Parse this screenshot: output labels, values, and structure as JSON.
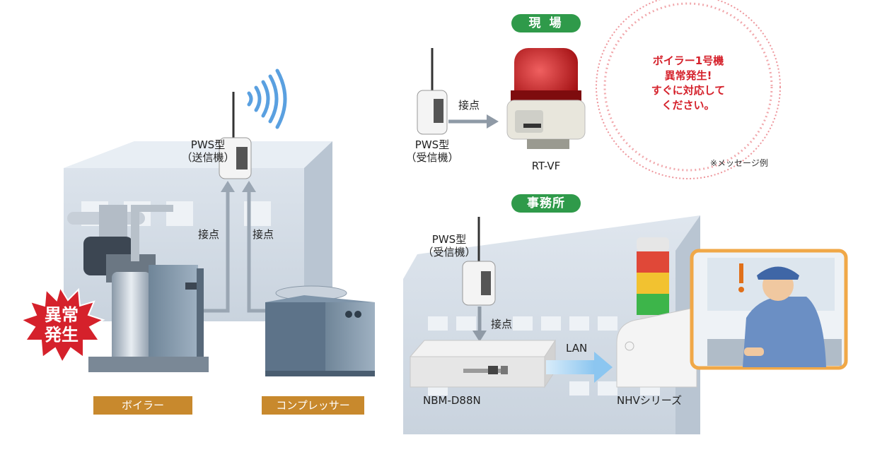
{
  "left_scene": {
    "transmitter_label": [
      "PWS型",
      "（送信機）"
    ],
    "contact_label_1": "接点",
    "contact_label_2": "接点",
    "alarm_badge": [
      "異常",
      "発生"
    ],
    "boiler_label": "ボイラー",
    "compressor_label": "コンプレッサー"
  },
  "site_section": {
    "title": "現 場",
    "receiver_label": [
      "PWS型",
      "（受信機）"
    ],
    "contact_label": "接点",
    "device_label": "RT-VF",
    "message_lines": [
      "ボイラー1号機",
      "異常発生!",
      "すぐに対応して",
      "ください。"
    ],
    "note": "※メッセージ例"
  },
  "office_section": {
    "title": "事務所",
    "receiver_label": [
      "PWS型",
      "（受信機）"
    ],
    "contact_label": "接点",
    "network_label": "LAN",
    "device1_label": "NBM-D88N",
    "device2_label": "NHVシリーズ"
  },
  "colors": {
    "section_pill": "#2f9a4a",
    "name_bar": "#c8892d",
    "alarm_red": "#d5212b",
    "wave_blue": "#5aa0e0",
    "frame_orange": "#f0a848"
  }
}
